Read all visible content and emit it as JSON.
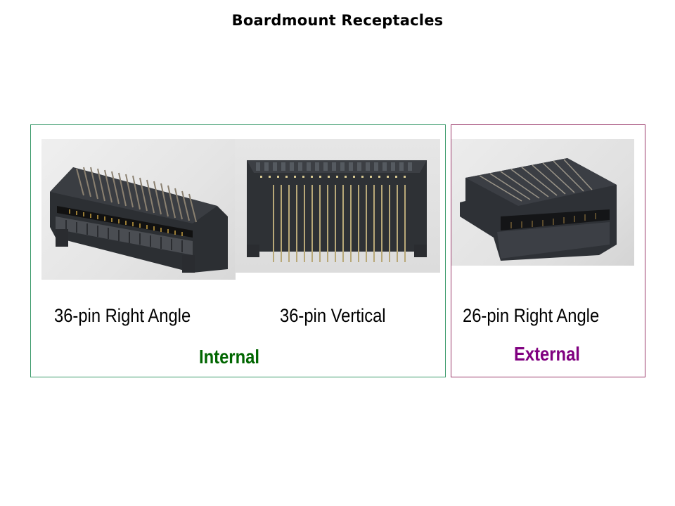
{
  "slide": {
    "title": "Boardmount Receptacles"
  },
  "groups": [
    {
      "label": "Internal",
      "label_color": "#006600",
      "border_color": "#3a9a6a",
      "items": [
        {
          "caption": "36-pin Right Angle",
          "image": "36-pin right angle connector photo"
        },
        {
          "caption": "36-pin Vertical",
          "image": "36-pin vertical connector photo"
        }
      ]
    },
    {
      "label": "External",
      "label_color": "#800080",
      "border_color": "#9a3a6a",
      "items": [
        {
          "caption": "26-pin Right Angle",
          "image": "26-pin right angle connector photo"
        }
      ]
    }
  ]
}
